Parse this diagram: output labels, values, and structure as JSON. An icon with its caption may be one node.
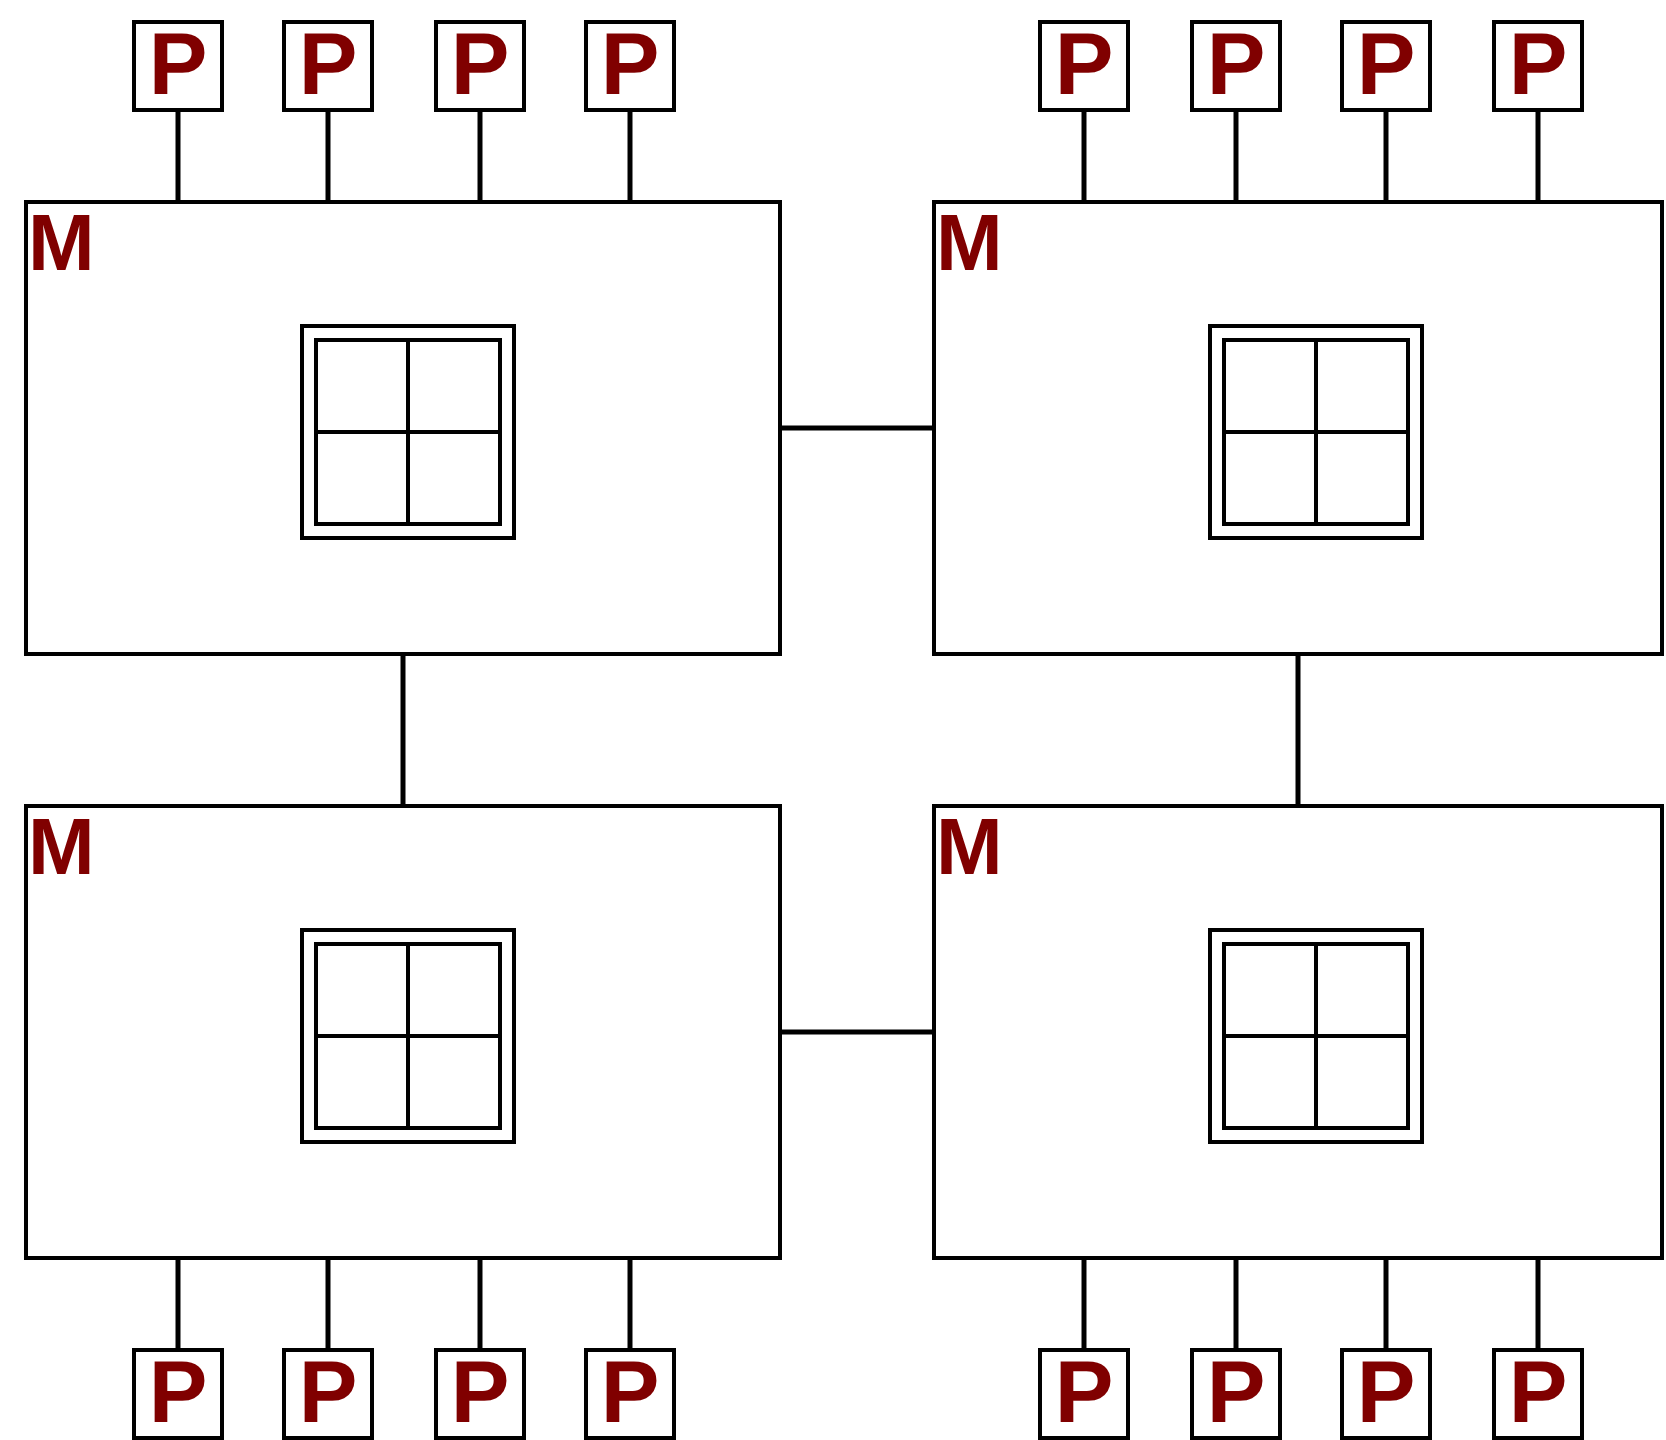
{
  "diagram": {
    "nodes": [
      {
        "text": [
          "P"
        ]
      },
      {
        "text": [
          "P"
        ]
      },
      {
        "text": [
          "P"
        ]
      },
      {
        "text": [
          "P"
        ]
      },
      {
        "text": [
          "P"
        ]
      },
      {
        "text": [
          "P"
        ]
      },
      {
        "text": [
          "P"
        ]
      },
      {
        "text": [
          "P"
        ]
      },
      {
        "text": [
          "M"
        ]
      },
      {
        "text": [
          "M"
        ]
      },
      {
        "text": [
          "M"
        ]
      },
      {
        "text": [
          "M"
        ]
      },
      {
        "text": [
          "P"
        ]
      },
      {
        "text": [
          "P"
        ]
      },
      {
        "text": [
          "P"
        ]
      },
      {
        "text": [
          "P"
        ]
      },
      {
        "text": [
          "P"
        ]
      },
      {
        "text": [
          "P"
        ]
      },
      {
        "text": [
          "P"
        ]
      },
      {
        "text": [
          "P"
        ]
      }
    ],
    "edges": [
      {
        "from": 0,
        "to": 8,
        "arrow": "none"
      },
      {
        "from": 1,
        "to": 8,
        "arrow": "none"
      },
      {
        "from": 2,
        "to": 8,
        "arrow": "none"
      },
      {
        "from": 3,
        "to": 8,
        "arrow": "none"
      },
      {
        "from": 4,
        "to": 9,
        "arrow": "none"
      },
      {
        "from": 5,
        "to": 9,
        "arrow": "none"
      },
      {
        "from": 6,
        "to": 9,
        "arrow": "none"
      },
      {
        "from": 7,
        "to": 9,
        "arrow": "none"
      },
      {
        "from": 8,
        "to": 9,
        "arrow": "none"
      },
      {
        "from": 8,
        "to": 10,
        "arrow": "none"
      },
      {
        "from": 9,
        "to": 11,
        "arrow": "none"
      },
      {
        "from": 10,
        "to": 11,
        "arrow": "none"
      },
      {
        "from": 10,
        "to": 12,
        "arrow": "none"
      },
      {
        "from": 10,
        "to": 13,
        "arrow": "none"
      },
      {
        "from": 10,
        "to": 14,
        "arrow": "none"
      },
      {
        "from": 10,
        "to": 15,
        "arrow": "none"
      },
      {
        "from": 11,
        "to": 16,
        "arrow": "none"
      },
      {
        "from": 11,
        "to": 17,
        "arrow": "none"
      },
      {
        "from": 11,
        "to": 18,
        "arrow": "none"
      },
      {
        "from": 11,
        "to": 19,
        "arrow": "none"
      }
    ]
  }
}
